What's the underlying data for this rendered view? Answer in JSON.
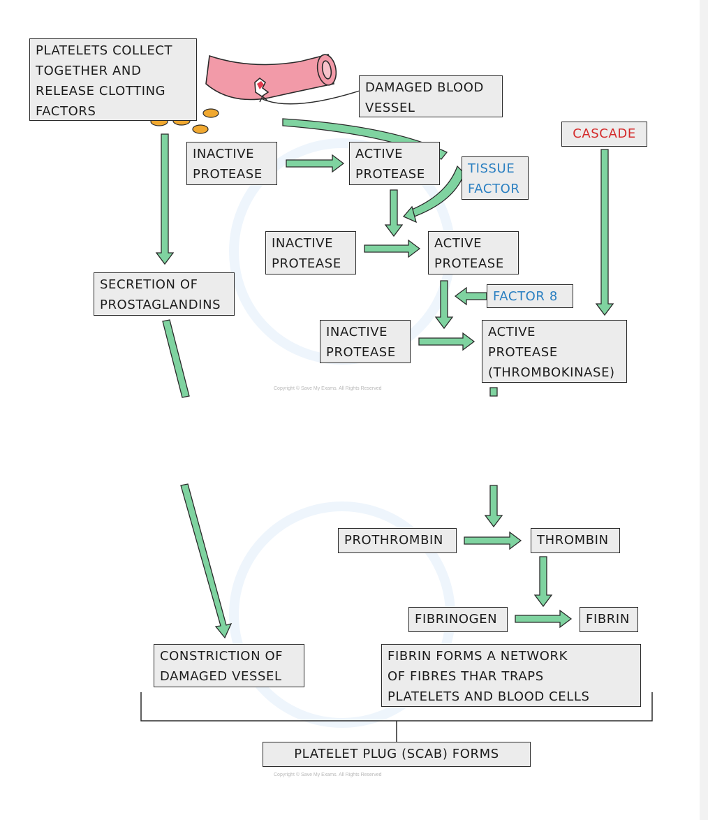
{
  "boxes": {
    "platelets_collect": "PLATELETS COLLECT\nTOGETHER  AND\nRELEASE  CLOTTING\nFACTORS",
    "damaged_vessel": "DAMAGED  BLOOD\nVESSEL",
    "cascade": "CASCADE",
    "inactive_protease_1": "INACTIVE\nPROTEASE",
    "active_protease_1": "ACTIVE\nPROTEASE",
    "tissue_factor": "TISSUE\nFACTOR",
    "inactive_protease_2": "INACTIVE\nPROTEASE",
    "active_protease_2": "ACTIVE\nPROTEASE",
    "secretion_prostaglandins": "SECRETION  OF\nPROSTAGLANDINS",
    "factor_8": "FACTOR  8",
    "inactive_protease_3": "INACTIVE\nPROTEASE",
    "active_protease_thrombokinase": "ACTIVE\nPROTEASE\n(THROMBOKINASE)",
    "prothrombin": "PROTHROMBIN",
    "thrombin": "THROMBIN",
    "fibrinogen": "FIBRINOGEN",
    "fibrin": "FIBRIN",
    "constriction": "CONSTRICTION  OF\nDAMAGED  VESSEL",
    "fibrin_network": "FIBRIN  FORMS  A  NETWORK\nOF  FIBRES  THAR  TRAPS\nPLATELETS  AND  BLOOD  CELLS",
    "platelet_plug": "PLATELET  PLUG  (SCAB)  FORMS"
  },
  "copyright": "Copyright © Save My Exams. All Rights Reserved",
  "colors": {
    "arrow_fill": "#7fd3a0",
    "box_fill": "#ececec",
    "vessel_pink": "#f29aa8",
    "platelet_orange": "#f0a830",
    "factor_blue": "#2a7fc1",
    "cascade_red": "#d42a2a"
  }
}
